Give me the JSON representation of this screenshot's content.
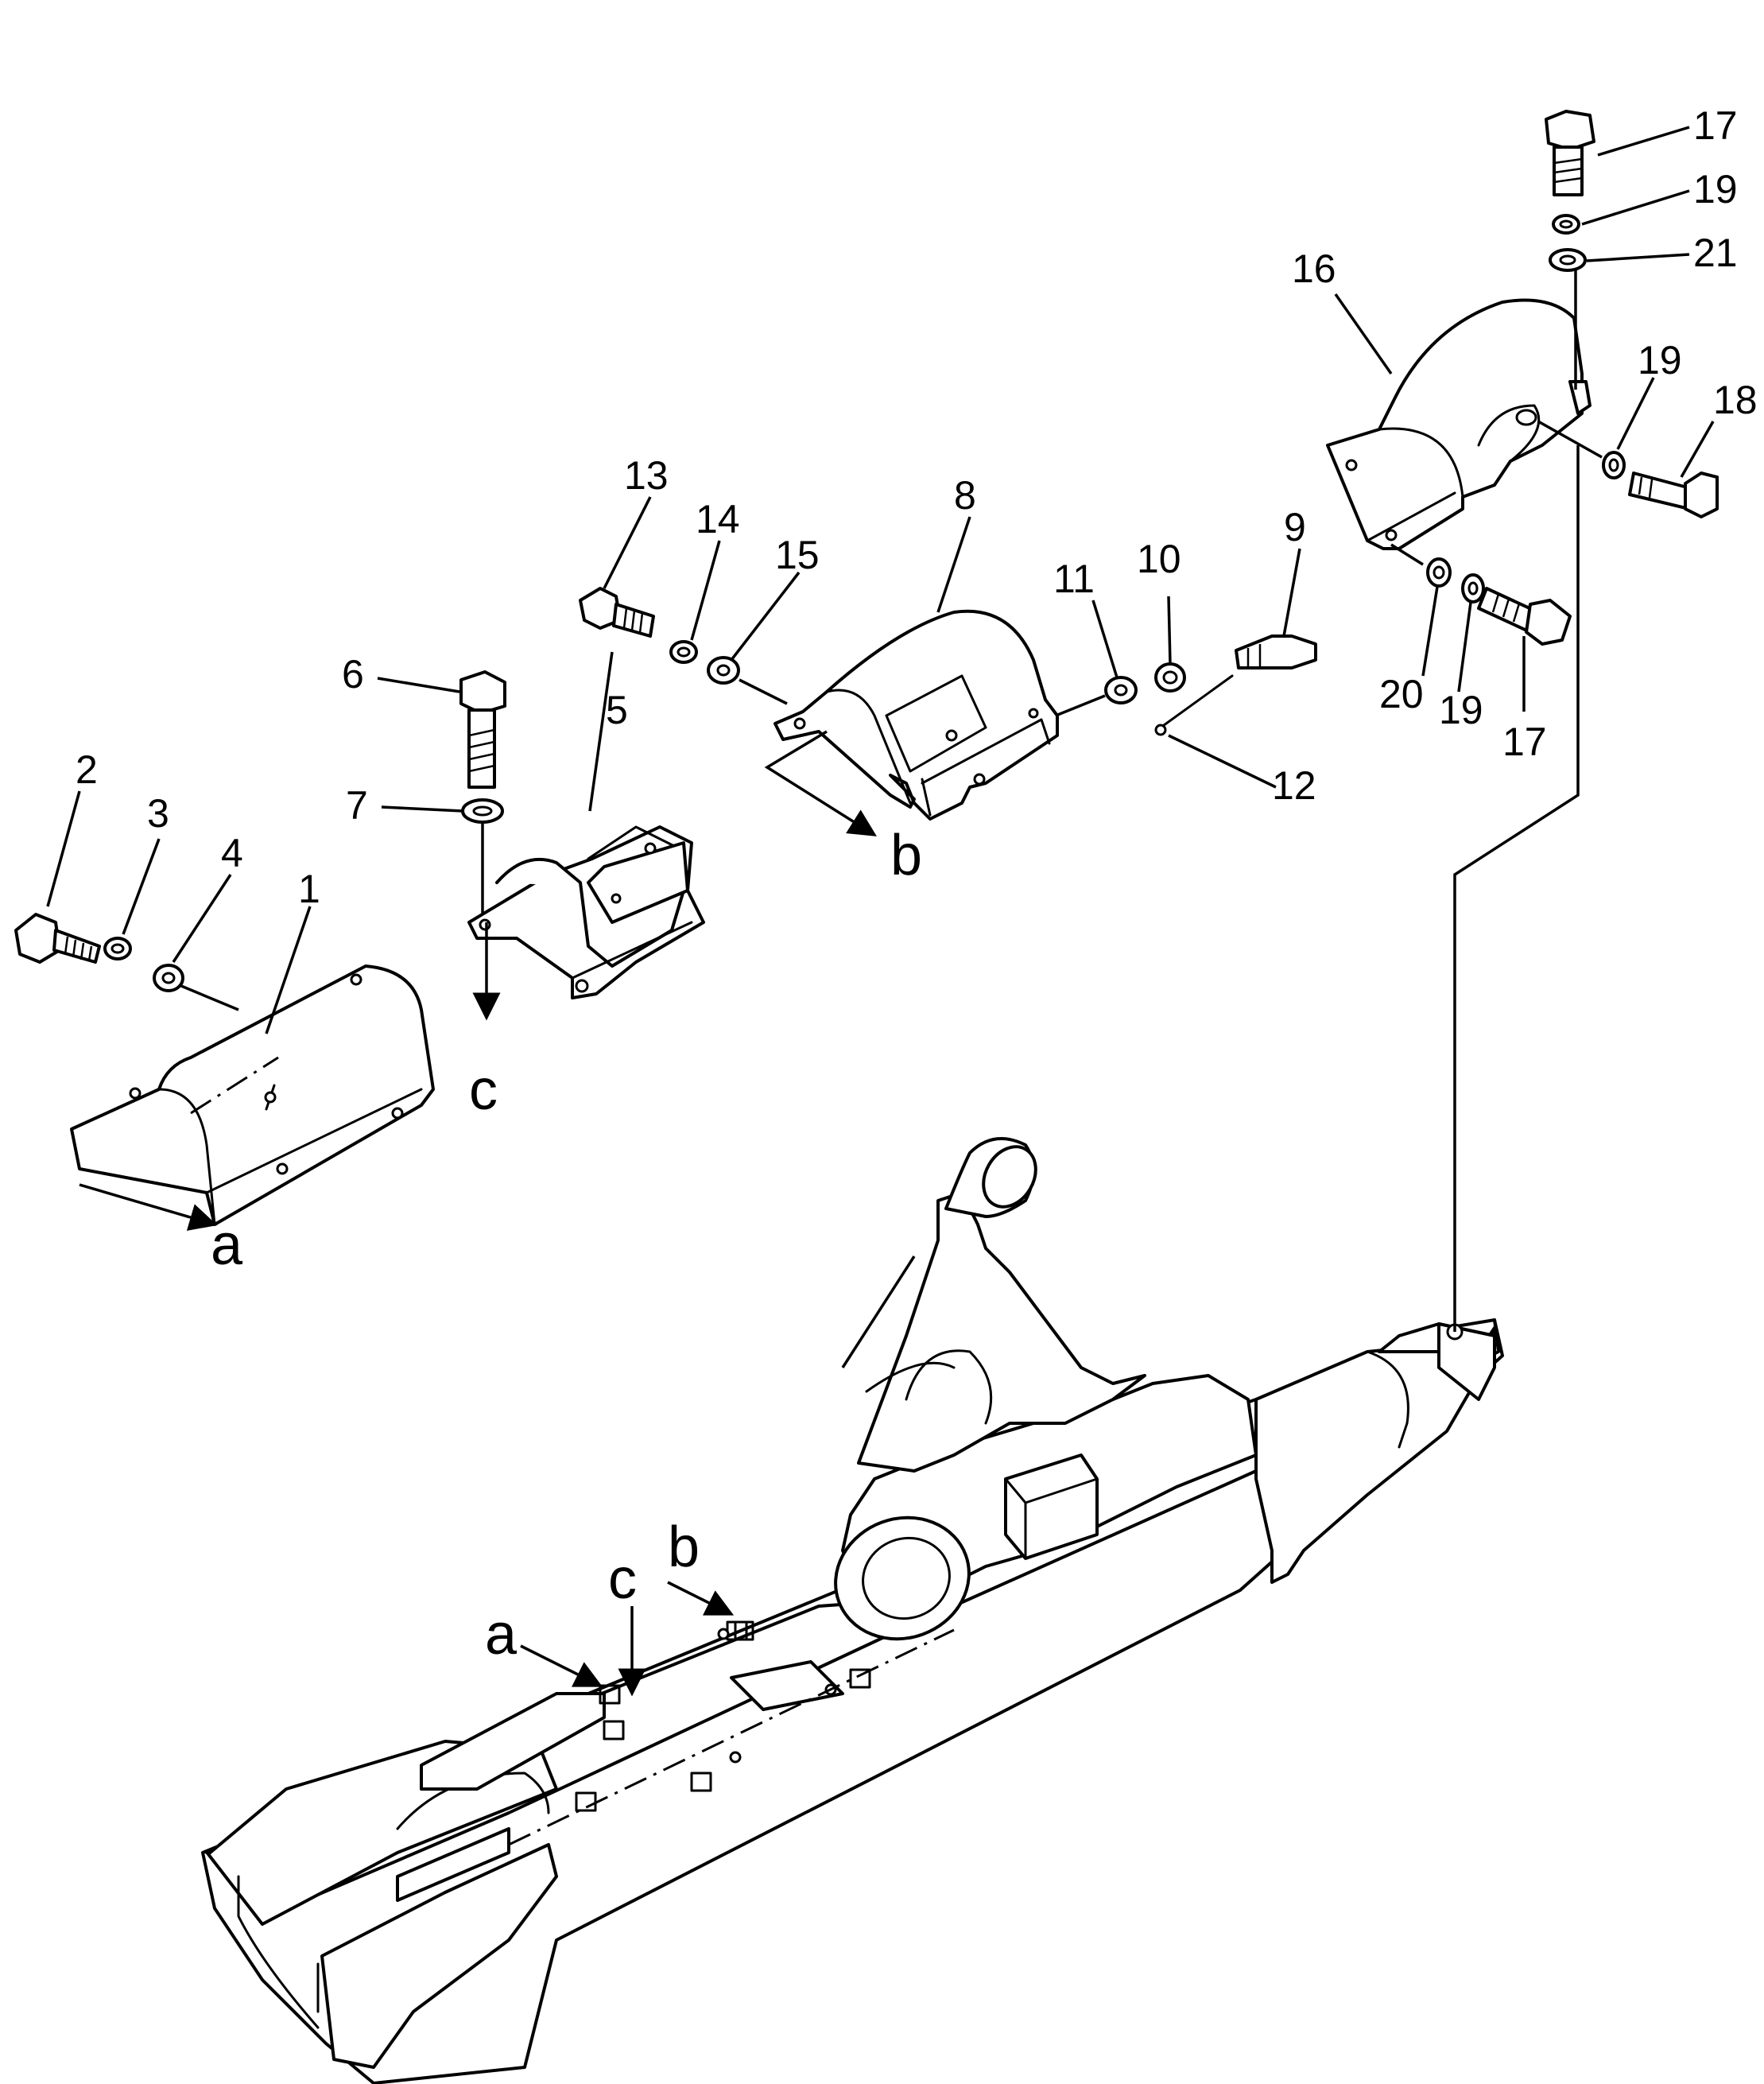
{
  "callouts": {
    "n1": "1",
    "n2": "2",
    "n3": "3",
    "n4": "4",
    "n5": "5",
    "n6": "6",
    "n7": "7",
    "n8": "8",
    "n9": "9",
    "n10": "10",
    "n11": "11",
    "n12": "12",
    "n13": "13",
    "n14": "14",
    "n15": "15",
    "n16": "16",
    "n17a": "17",
    "n17b": "17",
    "n18": "18",
    "n19a": "19",
    "n19b": "19",
    "n19c": "19",
    "n20": "20",
    "n21": "21"
  },
  "refs": {
    "a_top": "a",
    "b_top": "b",
    "c_top": "c",
    "a_frame": "a",
    "b_frame": "b",
    "c_frame": "c"
  }
}
